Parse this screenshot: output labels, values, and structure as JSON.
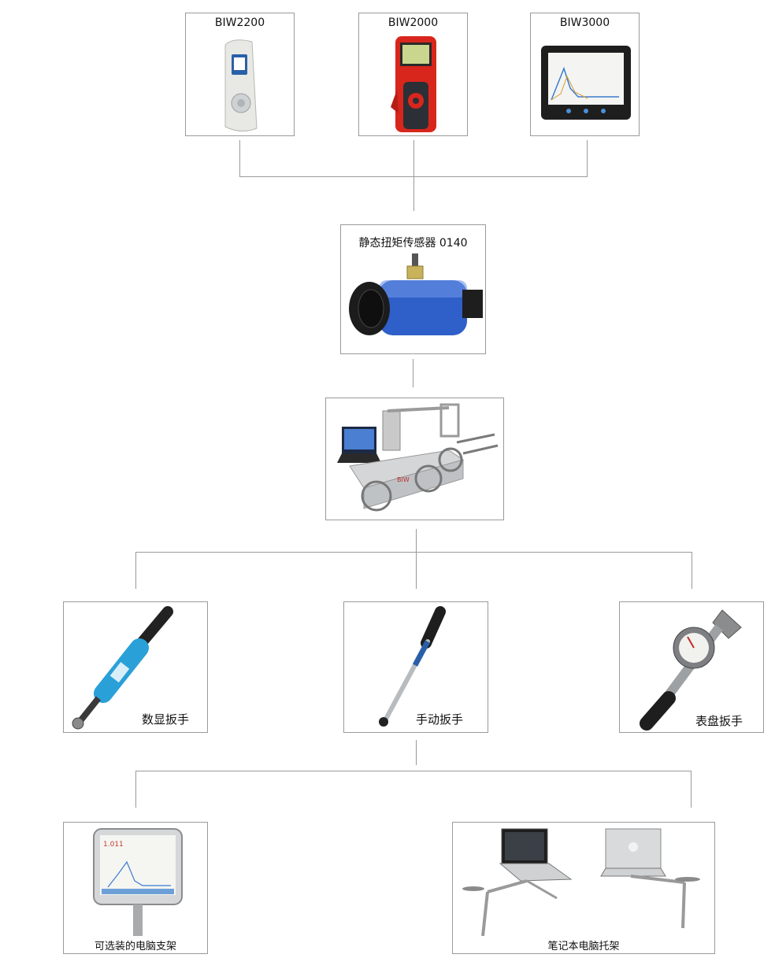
{
  "devices": {
    "biw2200": "BIW2200",
    "biw2000": "BIW2000",
    "biw3000": "BIW3000"
  },
  "sensor": {
    "label": "静态扭矩传感器  0140"
  },
  "wrenches": {
    "digital": "数显扳手",
    "manual": "手动扳手",
    "dial": "表盘扳手"
  },
  "stands": {
    "computer_stand": "可选装的电脑支架",
    "laptop_stand": "笔记本电脑托架"
  },
  "icons": {
    "biw2200": "handheld-meter-icon",
    "biw2000": "red-handheld-meter-icon",
    "biw3000": "tablet-display-icon",
    "sensor": "torque-sensor-icon",
    "bench": "calibration-bench-icon",
    "digital": "digital-wrench-icon",
    "manual": "click-wrench-icon",
    "dial": "dial-wrench-icon",
    "computer_stand": "monitor-stand-icon",
    "laptop_stand": "laptop-stand-icon"
  },
  "colors": {
    "sensor_blue": "#2f5fc8",
    "meter_red": "#d8261c",
    "connector_gray": "#9a9a9a"
  }
}
